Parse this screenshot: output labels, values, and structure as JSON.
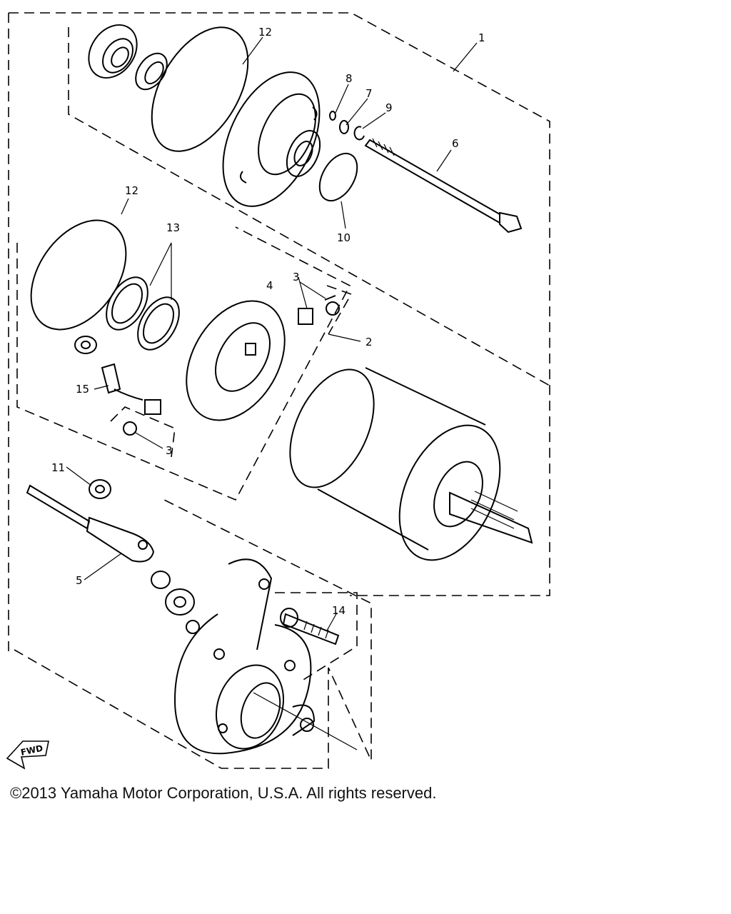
{
  "diagram": {
    "callouts": [
      "1",
      "2",
      "3",
      "3",
      "4",
      "5",
      "6",
      "7",
      "8",
      "9",
      "10",
      "11",
      "12",
      "12",
      "13",
      "14",
      "15"
    ],
    "direction_badge": "FWD"
  },
  "footer": {
    "copyright": "©2013 Yamaha Motor Corporation, U.S.A. All rights reserved."
  }
}
